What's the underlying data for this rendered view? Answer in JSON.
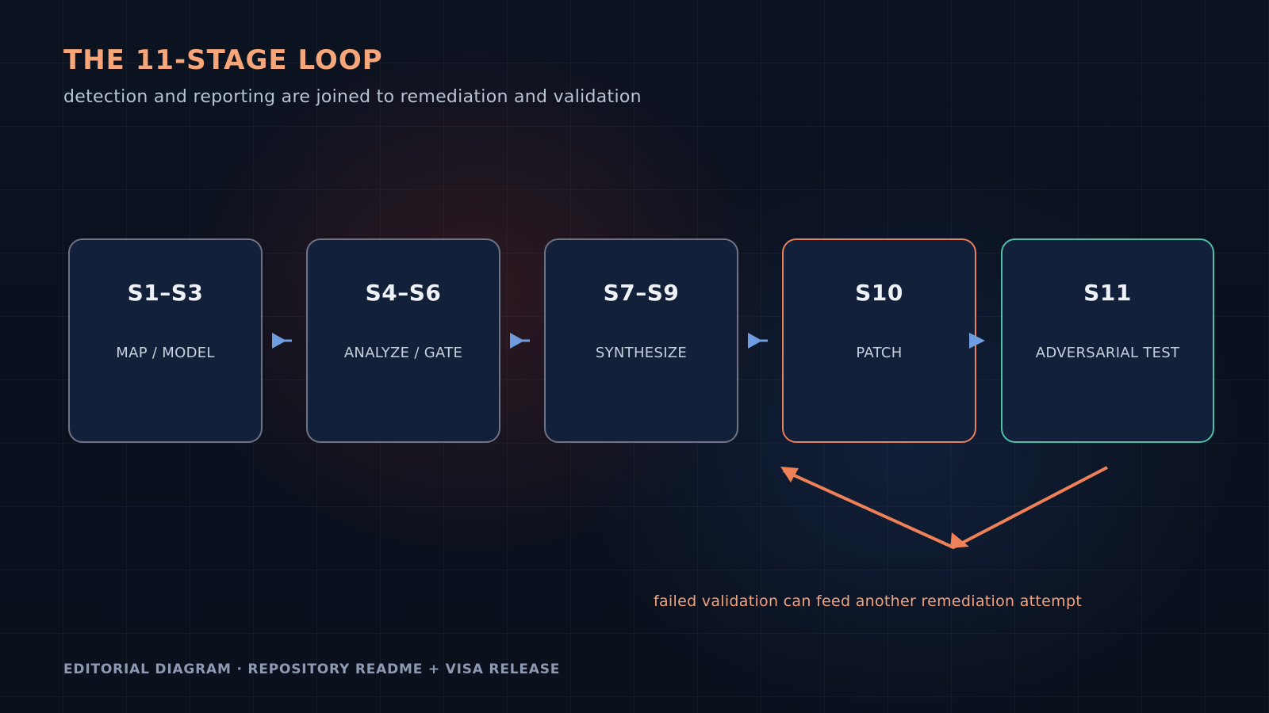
{
  "header": {
    "title": "THE 11-STAGE LOOP",
    "subtitle": "detection and reporting are joined to remediation and validation"
  },
  "stages": [
    {
      "code": "S1–S3",
      "label": "MAP / MODEL"
    },
    {
      "code": "S4–S6",
      "label": "ANALYZE / GATE"
    },
    {
      "code": "S7–S9",
      "label": "SYNTHESIZE"
    },
    {
      "code": "S10",
      "label": "PATCH"
    },
    {
      "code": "S11",
      "label": "ADVERSARIAL TEST"
    }
  ],
  "loop_note": "failed validation can feed another remediation attempt",
  "footer": "EDITORIAL DIAGRAM · REPOSITORY README + VISA RELEASE",
  "colors": {
    "title": "#f6a679",
    "stage_border": "#6f7385",
    "patch_border": "#e8825a",
    "validate_border": "#4fbfa8",
    "flow_arrow": "#6f9ee0",
    "loop_arrow": "#ee8158"
  }
}
